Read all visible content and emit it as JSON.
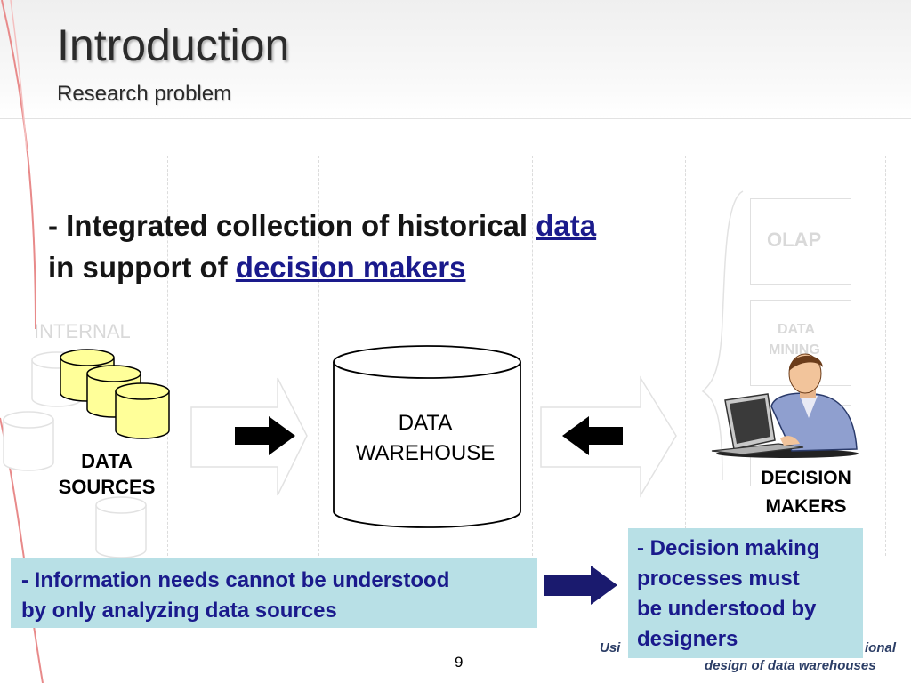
{
  "header": {
    "title": "Introduction",
    "subtitle": "Research problem"
  },
  "definition": {
    "prefix": "- Integrated collection of historical ",
    "data_word": "data",
    "line2_prefix": "in support of ",
    "decision_makers": "decision makers"
  },
  "diagram": {
    "sources_label_1": "DATA",
    "sources_label_2": "SOURCES",
    "warehouse_label_1": "DATA",
    "warehouse_label_2": "WAREHOUSE",
    "decision_label_1": "DECISION",
    "decision_label_2": "MAKERS",
    "faded_internal": "INTERNAL",
    "faded_olap": "OLAP",
    "faded_data_mining_1": "DATA",
    "faded_data_mining_2": "MINING",
    "colors": {
      "cylinder_fill": "#ffff99",
      "arrow": "#000000",
      "callout_arrow": "#1a1a6e"
    }
  },
  "callouts": {
    "left_line1": "- Information needs cannot be understood",
    "left_line2": "by only analyzing data sources",
    "right_line1": "- Decision making",
    "right_line2": "processes must",
    "right_line3": "be understood by",
    "right_line4": "designers",
    "colors": {
      "background": "#b8e0e6",
      "text": "#1a1a8c"
    }
  },
  "footer": {
    "line1_start": "Usi",
    "line1_end": "ional",
    "line2": "design of data warehouses",
    "page_number": "9"
  }
}
